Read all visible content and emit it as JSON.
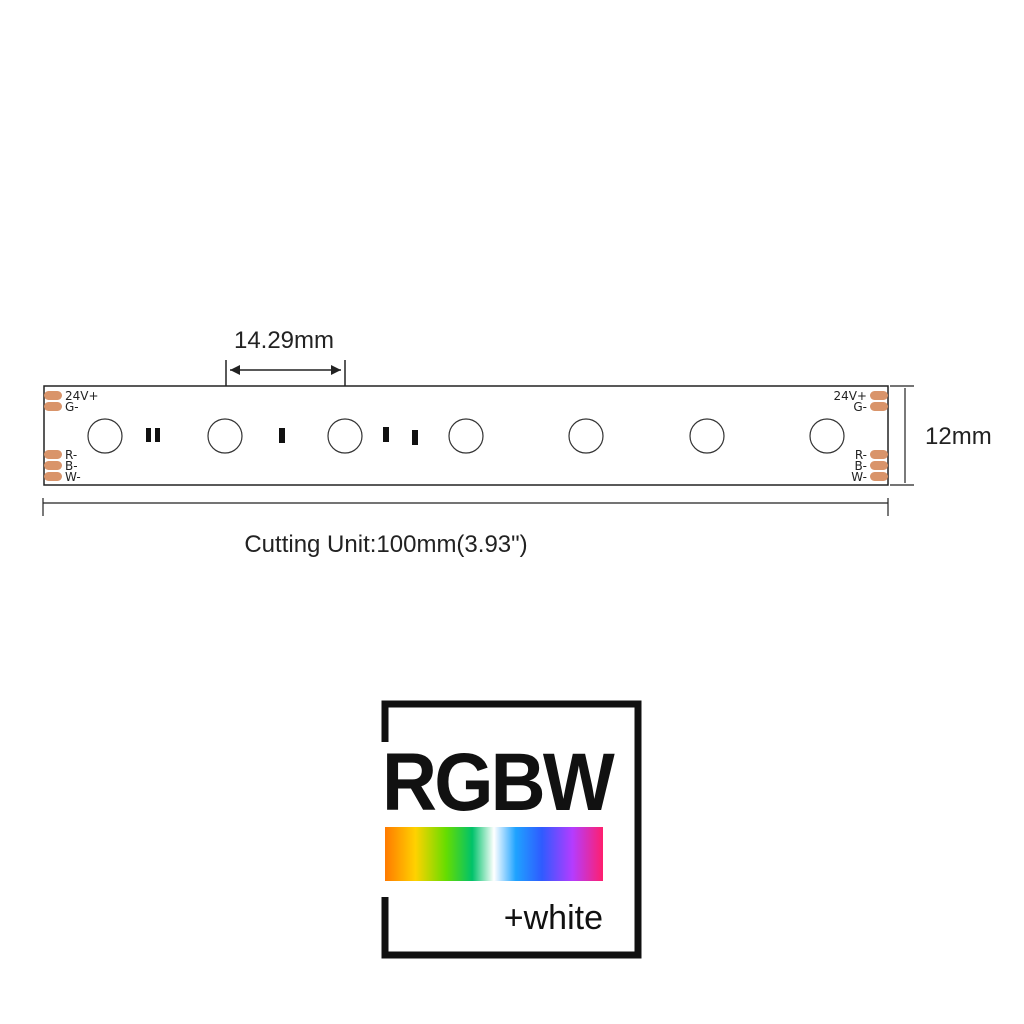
{
  "strip": {
    "pitch_label": "14.29mm",
    "width_label": "12mm",
    "cutting_unit_label": "Cutting Unit:100mm(3.93\")",
    "left_pads": [
      "24V+",
      "G-",
      "R-",
      "B-",
      "W-"
    ],
    "right_pads": [
      "24V+",
      "G-",
      "R-",
      "B-",
      "W-"
    ],
    "led_count": 7,
    "pad_color": "#d9946a",
    "outline_color": "#222222"
  },
  "logo": {
    "title": "RGBW",
    "subtitle": "+white",
    "rainbow_colors": [
      "#ff7a00",
      "#ffd200",
      "#66dd00",
      "#00c26a",
      "#ffffff",
      "#1fa3ff",
      "#2f5bff",
      "#b43cff",
      "#ff1f6e"
    ]
  }
}
